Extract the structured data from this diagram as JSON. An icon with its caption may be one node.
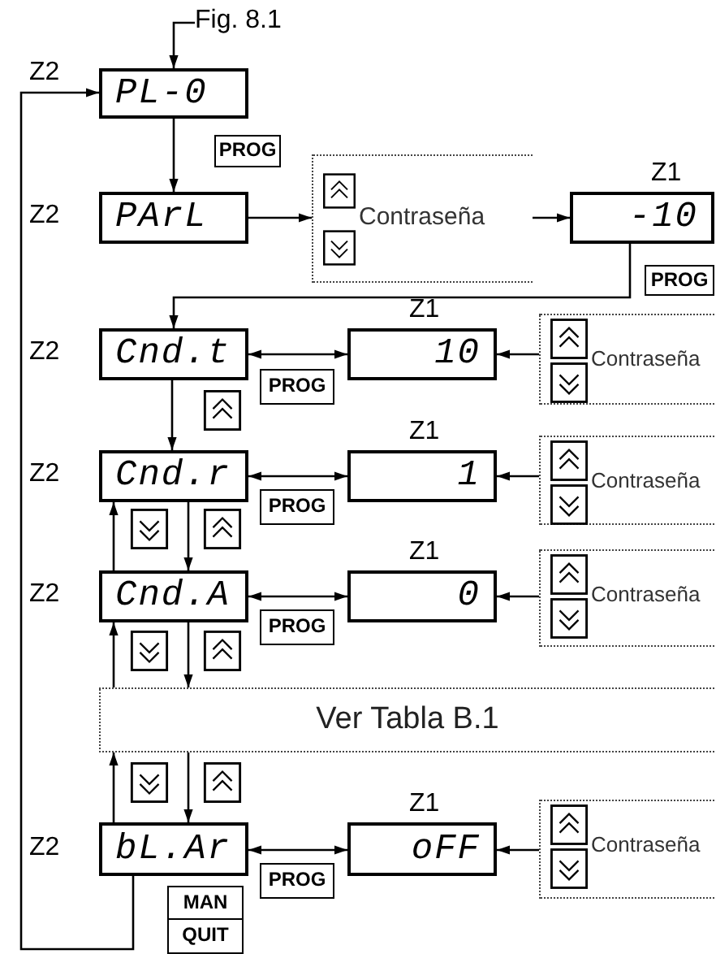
{
  "diagram": {
    "nodes": [
      {
        "text": [
          "Fig. 8.1"
        ]
      },
      {
        "text": [
          "PL-0"
        ],
        "beside": [
          "Z2"
        ]
      },
      {
        "text": [
          "PArL"
        ],
        "beside": [
          "Z2"
        ]
      },
      {
        "text": [
          "Contraseña"
        ]
      },
      {
        "text": [
          "-10"
        ],
        "beside": [
          "Z1"
        ]
      },
      {
        "text": [
          "Cnd.t"
        ],
        "beside": [
          "Z2"
        ]
      },
      {
        "text": [
          "10"
        ],
        "beside": [
          "Z1"
        ]
      },
      {
        "text": [
          "Contraseña"
        ]
      },
      {
        "text": [
          "Cnd.r"
        ],
        "beside": [
          "Z2"
        ]
      },
      {
        "text": [
          "1"
        ],
        "beside": [
          "Z1"
        ]
      },
      {
        "text": [
          "Contraseña"
        ]
      },
      {
        "text": [
          "Cnd.A"
        ],
        "beside": [
          "Z2"
        ]
      },
      {
        "text": [
          "0"
        ],
        "beside": [
          "Z1"
        ]
      },
      {
        "text": [
          "Contraseña"
        ]
      },
      {
        "text": [
          "Ver Tabla B.1"
        ]
      },
      {
        "text": [
          "bL.Ar"
        ],
        "beside": [
          "Z2"
        ]
      },
      {
        "text": [
          "oFF"
        ],
        "beside": [
          "Z1"
        ]
      },
      {
        "text": [
          "Contraseña"
        ]
      }
    ],
    "edges": [
      {
        "from": 0,
        "to": 1,
        "arrow": "to"
      },
      {
        "from": 1,
        "to": 2,
        "arrow": "to"
      },
      {
        "from": 2,
        "to": 3,
        "arrow": "to"
      },
      {
        "from": 3,
        "to": 4,
        "arrow": "to"
      },
      {
        "from": 4,
        "to": 5,
        "arrow": "to"
      },
      {
        "from": 5,
        "to": 6,
        "arrow": "both"
      },
      {
        "from": 7,
        "to": 6,
        "arrow": "to"
      },
      {
        "from": 5,
        "to": 8,
        "arrow": "to"
      },
      {
        "from": 8,
        "to": 9,
        "arrow": "both"
      },
      {
        "from": 10,
        "to": 9,
        "arrow": "to"
      },
      {
        "from": 8,
        "to": 11,
        "arrow": "to"
      },
      {
        "from": 11,
        "to": 8,
        "arrow": "to"
      },
      {
        "from": 11,
        "to": 12,
        "arrow": "both"
      },
      {
        "from": 13,
        "to": 12,
        "arrow": "to"
      },
      {
        "from": 11,
        "to": 14,
        "arrow": "to"
      },
      {
        "from": 14,
        "to": 11,
        "arrow": "to"
      },
      {
        "from": 14,
        "to": 15,
        "arrow": "to"
      },
      {
        "from": 15,
        "to": 14,
        "arrow": "to"
      },
      {
        "from": 15,
        "to": 16,
        "arrow": "both"
      },
      {
        "from": 17,
        "to": 16,
        "arrow": "to"
      },
      {
        "from": 15,
        "to": 1,
        "arrow": "to"
      }
    ],
    "labels": [
      "PROG",
      "PROG",
      "PROG",
      "PROG",
      "PROG",
      "PROG",
      "MAN",
      "QUIT"
    ]
  }
}
